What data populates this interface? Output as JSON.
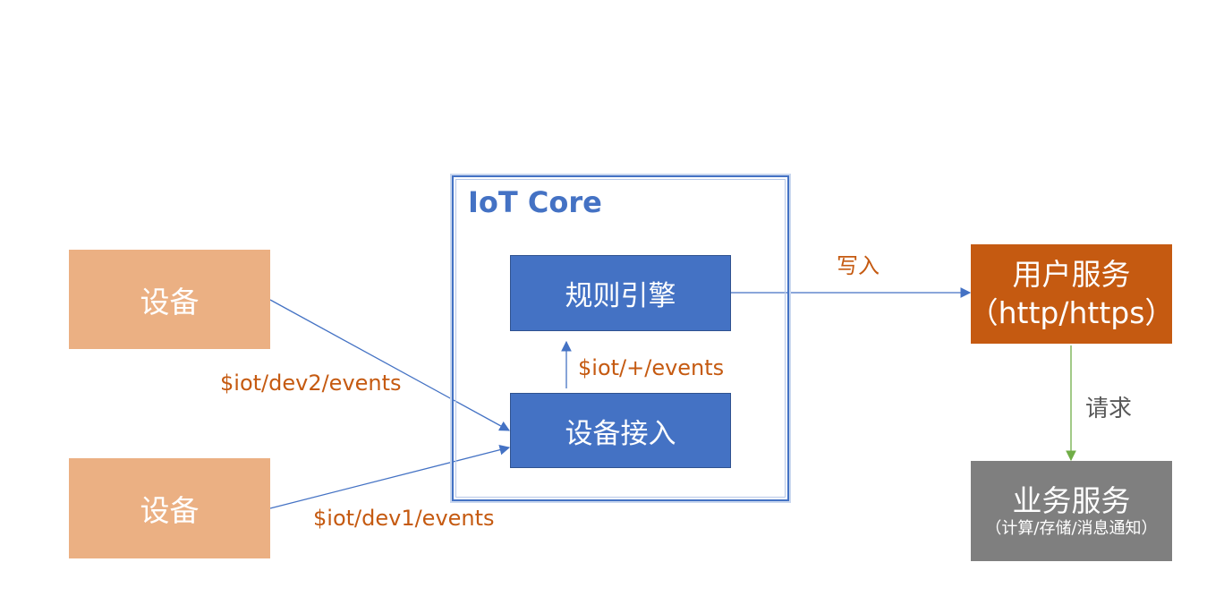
{
  "nodes": {
    "device_top": "设备",
    "device_bottom": "设备",
    "iot_core_title": "IoT Core",
    "rule_engine": "规则引擎",
    "device_access": "设备接入",
    "user_service": {
      "title": "用户服务",
      "subtitle": "（http/https）"
    },
    "business_service": {
      "title": "业务服务",
      "subtitle": "（计算/存储/消息通知）"
    }
  },
  "edges": {
    "dev2_topic": "$iot/dev2/events",
    "dev1_topic": "$iot/dev1/events",
    "wildcard_topic": "$iot/+/events",
    "write": "写入",
    "request": "请求"
  },
  "colors": {
    "device": "#ebb083",
    "iot_blue": "#4472c4",
    "user_service": "#c55a11",
    "business_service": "#7f7f7f",
    "edge_label": "#c55a11",
    "request_arrow": "#70ad47"
  }
}
